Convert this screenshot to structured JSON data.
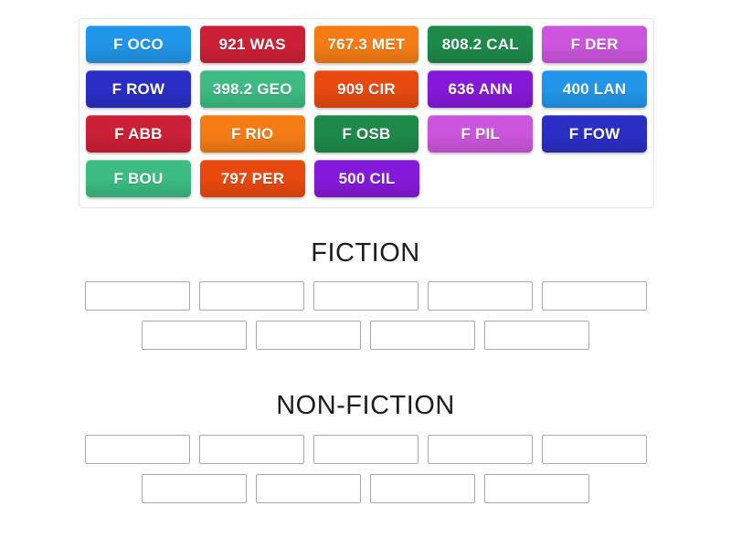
{
  "activity": {
    "type": "group-sort",
    "tile_bank": {
      "name": "tile-bank",
      "rows": [
        [
          {
            "label": "F OCO",
            "color": "#2196e8"
          },
          {
            "label": "921 WAS",
            "color": "#cc2036"
          },
          {
            "label": "767.3 MET",
            "color": "#f57c14"
          },
          {
            "label": "808.2 CAL",
            "color": "#1d8a4a"
          },
          {
            "label": "F DER",
            "color": "#cc55dd"
          }
        ],
        [
          {
            "label": "F ROW",
            "color": "#2a2ec4"
          },
          {
            "label": "398.2 GEO",
            "color": "#3cbb82"
          },
          {
            "label": "909 CIR",
            "color": "#e8490f"
          },
          {
            "label": "636 ANN",
            "color": "#8519d9"
          },
          {
            "label": "400 LAN",
            "color": "#2196e8"
          }
        ],
        [
          {
            "label": "F ABB",
            "color": "#cc2036"
          },
          {
            "label": "F RIO",
            "color": "#f57c14"
          },
          {
            "label": "F OSB",
            "color": "#1d8a4a"
          },
          {
            "label": "F PIL",
            "color": "#cc55dd"
          },
          {
            "label": "F FOW",
            "color": "#2a2ec4"
          }
        ],
        [
          {
            "label": "F BOU",
            "color": "#3cbb82"
          },
          {
            "label": "797 PER",
            "color": "#e8490f"
          },
          {
            "label": "500 CIL",
            "color": "#8519d9"
          }
        ]
      ]
    },
    "categories": [
      {
        "name": "fiction",
        "heading": "FICTION",
        "dropzone_rows": [
          5,
          4
        ]
      },
      {
        "name": "nonfiction",
        "heading": "NON-FICTION",
        "dropzone_rows": [
          5,
          4
        ]
      }
    ]
  }
}
